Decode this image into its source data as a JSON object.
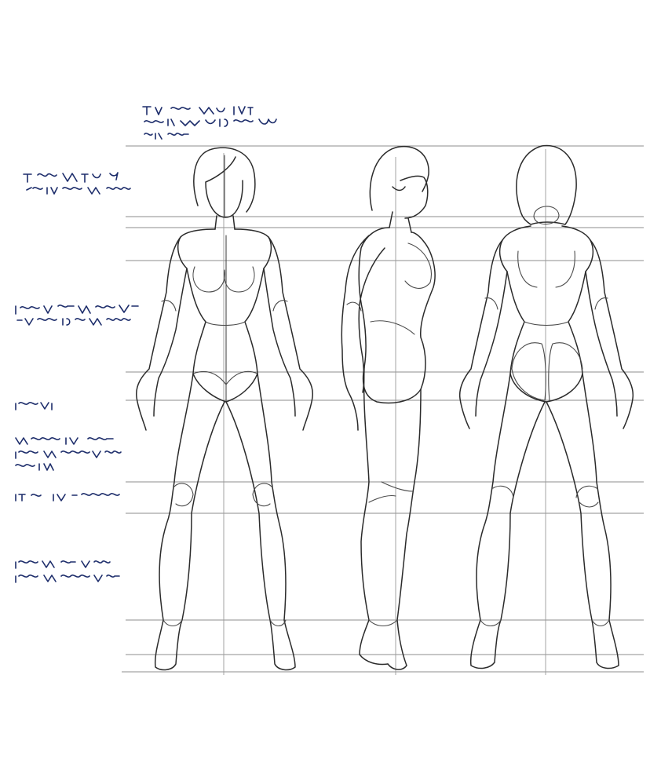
{
  "sheet": {
    "kind": "figure proportion reference sheet",
    "views": [
      "front-view",
      "side-view",
      "back-view"
    ],
    "ink_colors": {
      "figure": "#2b2b2b",
      "guides": "#8c8c8c",
      "notes": "#1d2d6b"
    },
    "notes": [
      {
        "id": "note-top",
        "legibility": "illegible",
        "lines": 3
      },
      {
        "id": "note-head",
        "legibility": "illegible",
        "lines": 2
      },
      {
        "id": "note-torso",
        "legibility": "illegible",
        "lines": 2
      },
      {
        "id": "note-hip",
        "legibility": "illegible",
        "lines": 1
      },
      {
        "id": "note-thigh",
        "legibility": "illegible",
        "lines": 3
      },
      {
        "id": "note-knee",
        "legibility": "illegible",
        "lines": 1
      },
      {
        "id": "note-calf",
        "legibility": "illegible",
        "lines": 2
      }
    ]
  }
}
